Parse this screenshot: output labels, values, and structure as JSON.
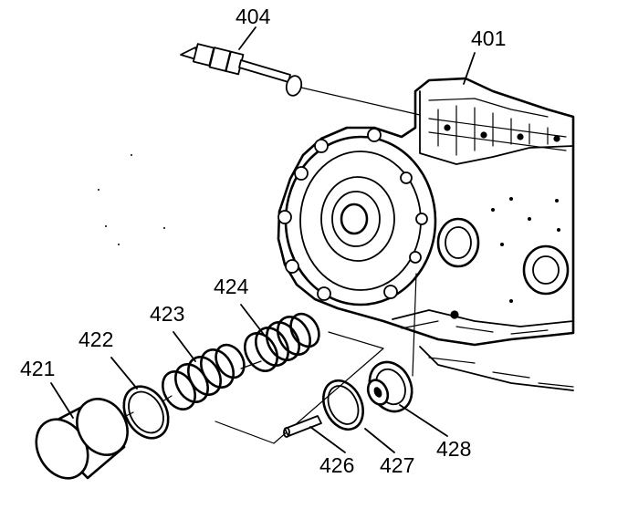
{
  "callouts": {
    "c401": "401",
    "c404": "404",
    "c421": "421",
    "c422": "422",
    "c423": "423",
    "c424": "424",
    "c426": "426",
    "c427": "427",
    "c428": "428"
  },
  "colors": {
    "ink": "#000000",
    "paper": "#ffffff",
    "shade": "#d8d8d8"
  }
}
